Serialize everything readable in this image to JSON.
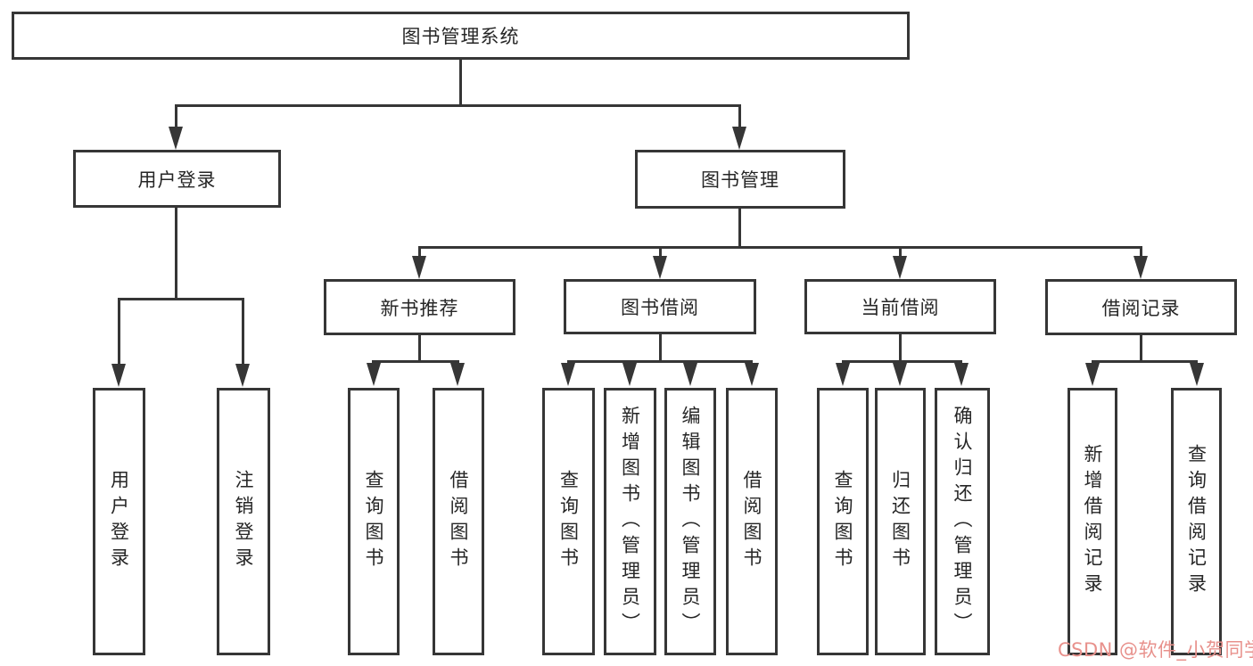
{
  "tree": {
    "root_label": "图书管理系统",
    "user_login": {
      "label": "用户登录",
      "children": [
        "用户登录",
        "注销登录"
      ]
    },
    "book_mgmt": {
      "label": "图书管理",
      "groups": [
        {
          "label": "新书推荐",
          "children": [
            "查询图书",
            "借阅图书"
          ]
        },
        {
          "label": "图书借阅",
          "children": [
            "查询图书",
            "新增图书（管理员）",
            "编辑图书（管理员）",
            "借阅图书"
          ]
        },
        {
          "label": "当前借阅",
          "children": [
            "查询图书",
            "归还图书",
            "确认归还（管理员）"
          ]
        },
        {
          "label": "借阅记录",
          "children": [
            "新增借阅记录",
            "查询借阅记录"
          ]
        }
      ]
    }
  },
  "watermark": {
    "text": "CSDN @软件_小贺同学",
    "color": "#e8918c"
  },
  "colors": {
    "line": "#363636",
    "box_border": "#363636",
    "text": "#262626",
    "background": "#ffffff"
  }
}
